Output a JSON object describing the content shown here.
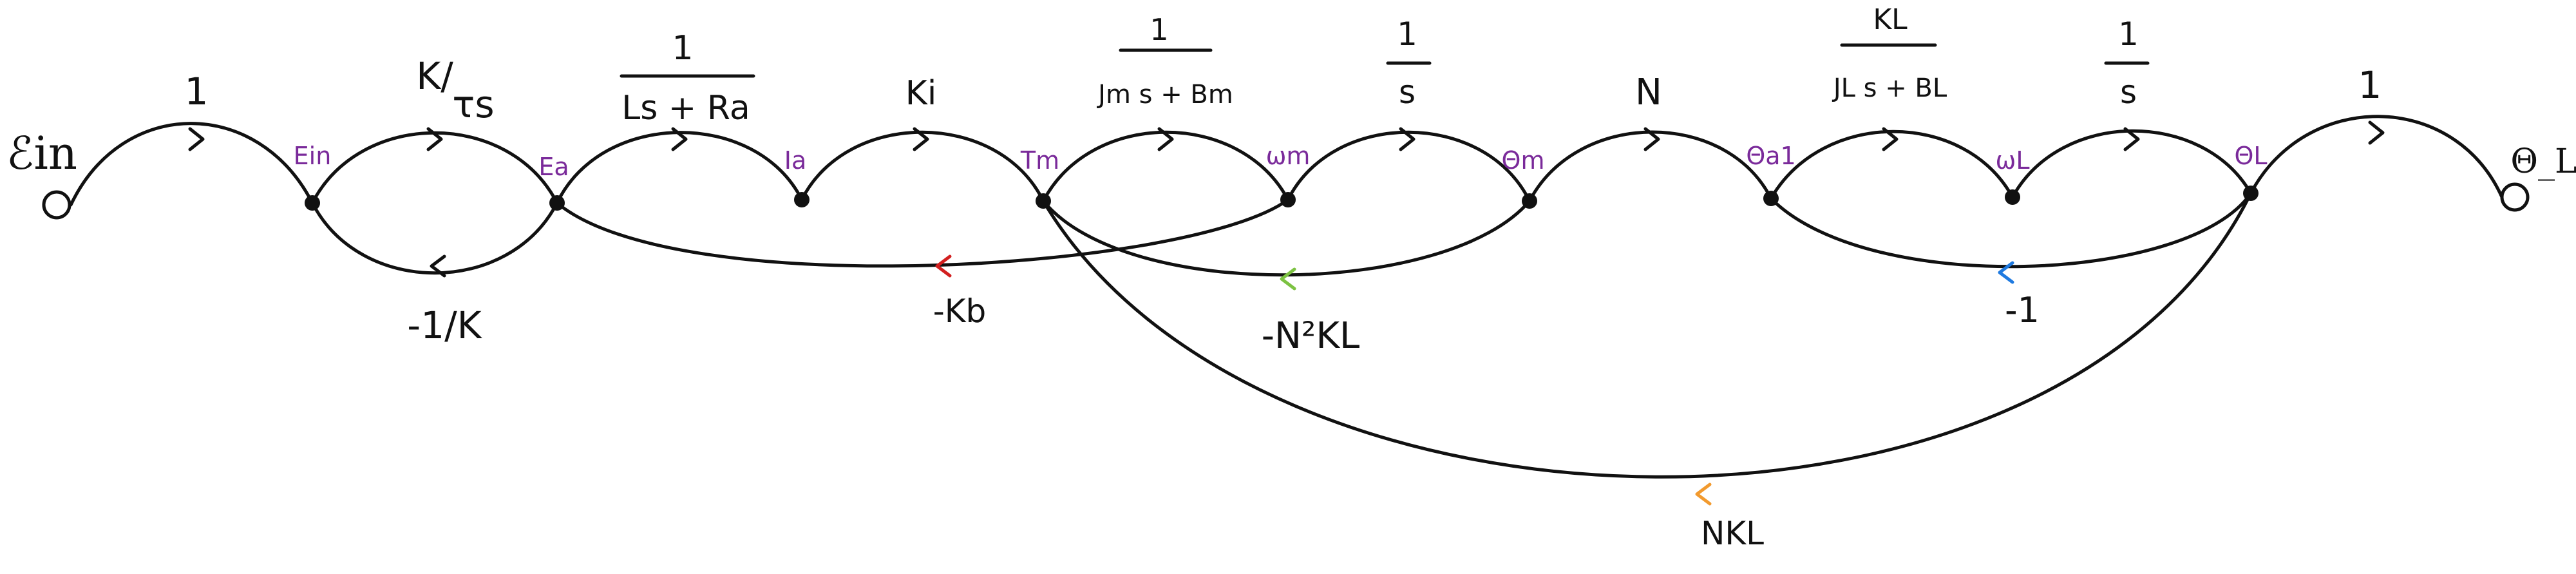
{
  "colors": {
    "forward": "#111111",
    "node_label": "#7a2a9a",
    "loop_kb": "#d21f1f",
    "loop_n2kl": "#7cc242",
    "loop_minus1": "#1f7ae0",
    "loop_nkl": "#f29a2e"
  },
  "input_label": "ℰin",
  "output_label": "Θ_L",
  "nodes": [
    {
      "id": "Ein",
      "label": "Ein"
    },
    {
      "id": "Ea",
      "label": "Ea"
    },
    {
      "id": "Ia",
      "label": "Ia"
    },
    {
      "id": "Tm",
      "label": "Tm"
    },
    {
      "id": "wm",
      "label": "ωm"
    },
    {
      "id": "Om",
      "label": "Θm"
    },
    {
      "id": "Oa",
      "label": "Θa1"
    },
    {
      "id": "wL",
      "label": "ωL"
    },
    {
      "id": "OL",
      "label": "ΘL"
    }
  ],
  "gains": {
    "input": "1",
    "prefilter_num": "K/",
    "prefilter_tau": "τs",
    "prefilter_feedback": "-1/K",
    "armature_num": "1",
    "armature_den": "Ls + Ra",
    "torque_const": "Ki",
    "motor_num": "1",
    "motor_den": "Jm s + Bm",
    "integrator1_num": "1",
    "integrator1_den": "s",
    "gear": "N",
    "load_num": "KL",
    "load_den": "JL s + BL",
    "integrator2_num": "1",
    "integrator2_den": "s",
    "output": "1"
  },
  "feedback_gains": {
    "back_emf": "-Kb",
    "spring_motor": "-N²KL",
    "unity": "-1",
    "spring_load": "NKL"
  }
}
